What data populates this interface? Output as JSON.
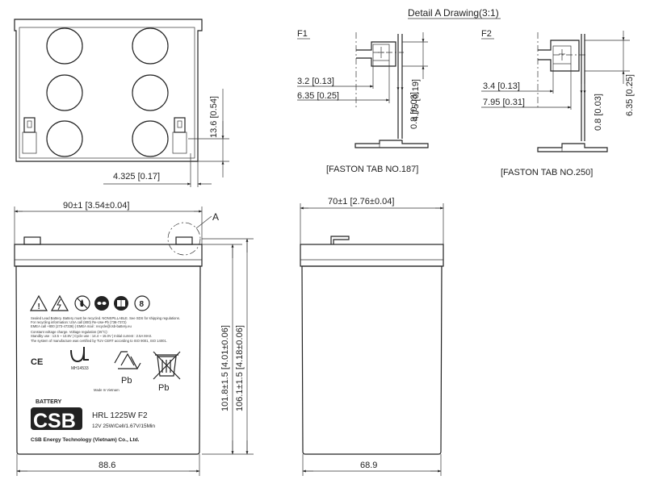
{
  "detail": {
    "title": "Detail A Drawing(3:1)",
    "f1": {
      "label": "F1",
      "dim_a": "3.2 [0.13]",
      "dim_b": "6.35 [0.25]",
      "dim_thick": "0.8 [0.03]",
      "dim_height": "4.75 [0.19]",
      "caption": "[FASTON TAB NO.187]"
    },
    "f2": {
      "label": "F2",
      "dim_a": "3.4 [0.13]",
      "dim_b": "7.95 [0.31]",
      "dim_thick": "0.8 [0.03]",
      "dim_height": "6.35 [0.25]",
      "caption": "[FASTON TAB NO.250]"
    }
  },
  "top_view": {
    "dim_terminal_height": "13.6 [0.54]",
    "dim_terminal_offset": "4.325 [0.17]"
  },
  "front_view": {
    "dim_width_overall": "90±1 [3.54±0.04]",
    "dim_width_case": "88.6",
    "dim_height_case": "101.8±1.5 [4.01±0.06]",
    "dim_height_overall": "106.1±1.5 [4.18±0.06]",
    "callout": "A"
  },
  "side_view": {
    "dim_depth_overall": "70±1 [2.76±0.04]",
    "dim_depth_case": "68.9"
  },
  "label": {
    "warning_lines": [
      "Sealed Lead Battery. Battery must be recycled. NONSPILLABLE. See SDS for shipping regulations.",
      "For recycling information: USA call (800) Re-Use-Pb (738-7372)",
      "EMEA call +800 (273-47336) | EMEA mail : recycle@csb-battery.eu",
      "Constant voltage charge. Voltage regulation (25°C):",
      "Standby use : 13.5 ~ 13.8V | Cycle use : 14.4 ~ 15.0V | Initial current : 2.5A MAX.",
      "The system of manufacture was certified by TUV CERT according to ISO 9001, ISO 14001."
    ],
    "ce_mark": "CE",
    "ul_code": "MH14533",
    "pb_recycle": "Pb",
    "pb_bin": "Pb",
    "made_in": "Made In Vietnam",
    "brand_word": "BATTERY",
    "model": "HRL 1225W F2",
    "spec": "12V 25W/Cell/1.67V/15Min",
    "company": "CSB Energy Technology (Vietnam) Co., Ltd."
  }
}
